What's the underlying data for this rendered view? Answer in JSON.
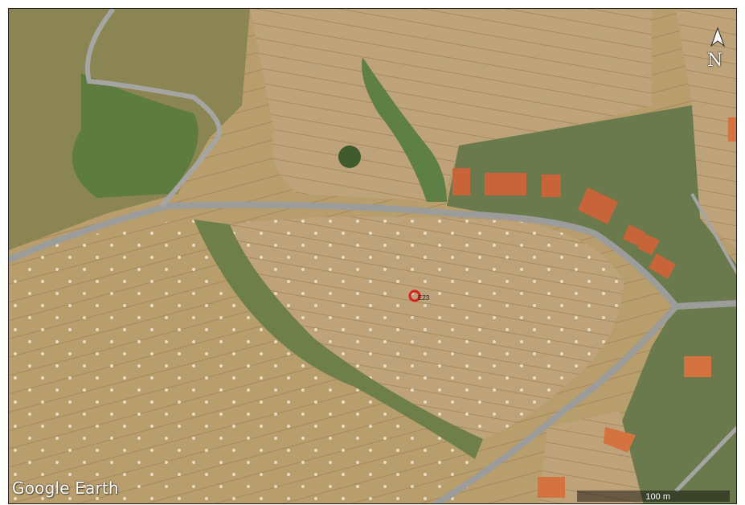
{
  "map": {
    "brand": "Google Earth",
    "scale_label": "100 m",
    "north_label": "N",
    "marker_label": "E23",
    "colors": {
      "field": "#b59a6a",
      "field_light": "#c2a77a",
      "grass": "#5a7a45",
      "road": "#9a9a9a",
      "roof": "#c8643a",
      "marker": "#e01f1f"
    }
  }
}
